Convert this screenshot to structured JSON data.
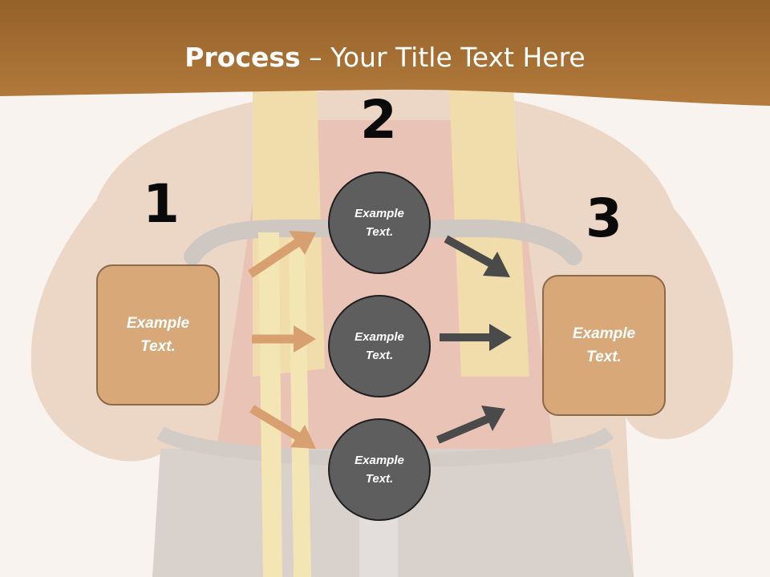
{
  "title": {
    "bold": "Process",
    "rest": " – Your Title Text Here"
  },
  "steps": {
    "one": "1",
    "two": "2",
    "three": "3"
  },
  "boxes": {
    "left": "Example\nText.",
    "right": "Example\nText."
  },
  "circles": {
    "top": "Example\nText.",
    "middle": "Example\nText.",
    "bottom": "Example\nText."
  },
  "colors": {
    "header": "#a8702f",
    "box_fill": "#d8a878",
    "circle_fill": "#5e5e5e",
    "arrow_tan": "#d8a070",
    "arrow_dark": "#4a4a4a"
  }
}
